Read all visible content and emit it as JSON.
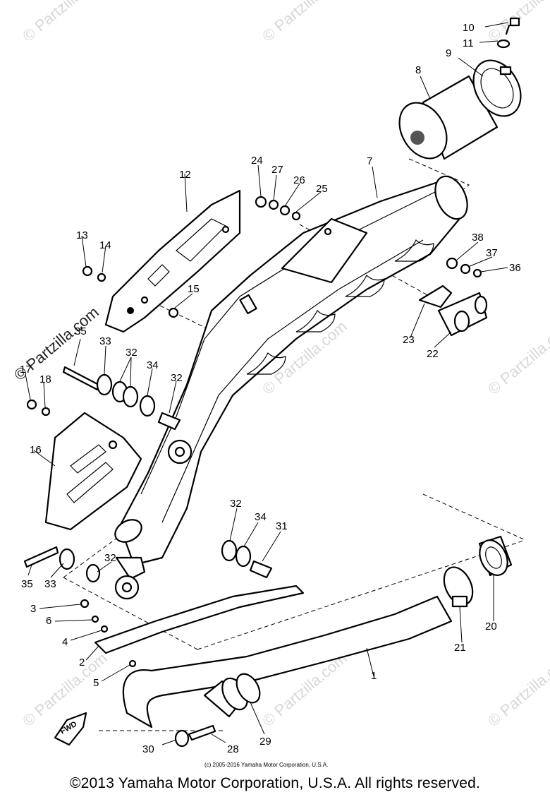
{
  "watermark_text": "© Partzilla.com",
  "small_credit": "(c) 2005-2016 Yamaha Motor Corporation, U.S.A.",
  "copyright": "©2013 Yamaha Motor Corporation, U.S.A. All rights reserved.",
  "callouts": {
    "c1": "1",
    "c2": "2",
    "c3": "3",
    "c4": "4",
    "c5": "5",
    "c6": "6",
    "c7": "7",
    "c8": "8",
    "c9": "9",
    "c10": "10",
    "c11": "11",
    "c12": "12",
    "c13": "13",
    "c14": "14",
    "c15": "15",
    "c16": "16",
    "c17": "17",
    "c18": "18",
    "c20": "20",
    "c21": "21",
    "c22": "22",
    "c23": "23",
    "c24": "24",
    "c25": "25",
    "c26": "26",
    "c27": "27",
    "c28": "28",
    "c29": "29",
    "c30": "30",
    "c31": "31",
    "c32a": "32",
    "c32b": "32",
    "c32c": "32",
    "c32d": "32",
    "c33a": "33",
    "c33b": "33",
    "c34a": "34",
    "c34b": "34",
    "c35a": "35",
    "c35b": "35",
    "c36": "36",
    "c37": "37",
    "c38": "38"
  },
  "fwd_label": "FWD"
}
